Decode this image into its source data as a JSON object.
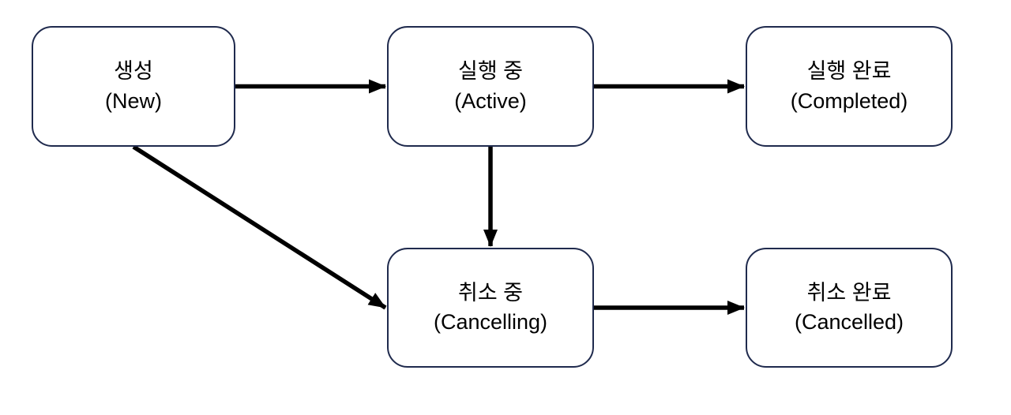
{
  "diagram": {
    "description": "Task state transition diagram",
    "nodes": {
      "new": {
        "label_ko": "생성",
        "label_en": "(New)"
      },
      "active": {
        "label_ko": "실행 중",
        "label_en": "(Active)"
      },
      "completed": {
        "label_ko": "실행 완료",
        "label_en": "(Completed)"
      },
      "cancelling": {
        "label_ko": "취소 중",
        "label_en": "(Cancelling)"
      },
      "cancelled": {
        "label_ko": "취소 완료",
        "label_en": "(Cancelled)"
      }
    },
    "edges": [
      {
        "from": "new",
        "to": "active"
      },
      {
        "from": "active",
        "to": "completed"
      },
      {
        "from": "active",
        "to": "cancelling"
      },
      {
        "from": "new",
        "to": "cancelling"
      },
      {
        "from": "cancelling",
        "to": "cancelled"
      }
    ],
    "colors": {
      "node_border": "#1F2A4D",
      "node_fill": "#FFFFFF",
      "arrow": "#000000",
      "text": "#000000",
      "background": "#FFFFFF"
    }
  }
}
